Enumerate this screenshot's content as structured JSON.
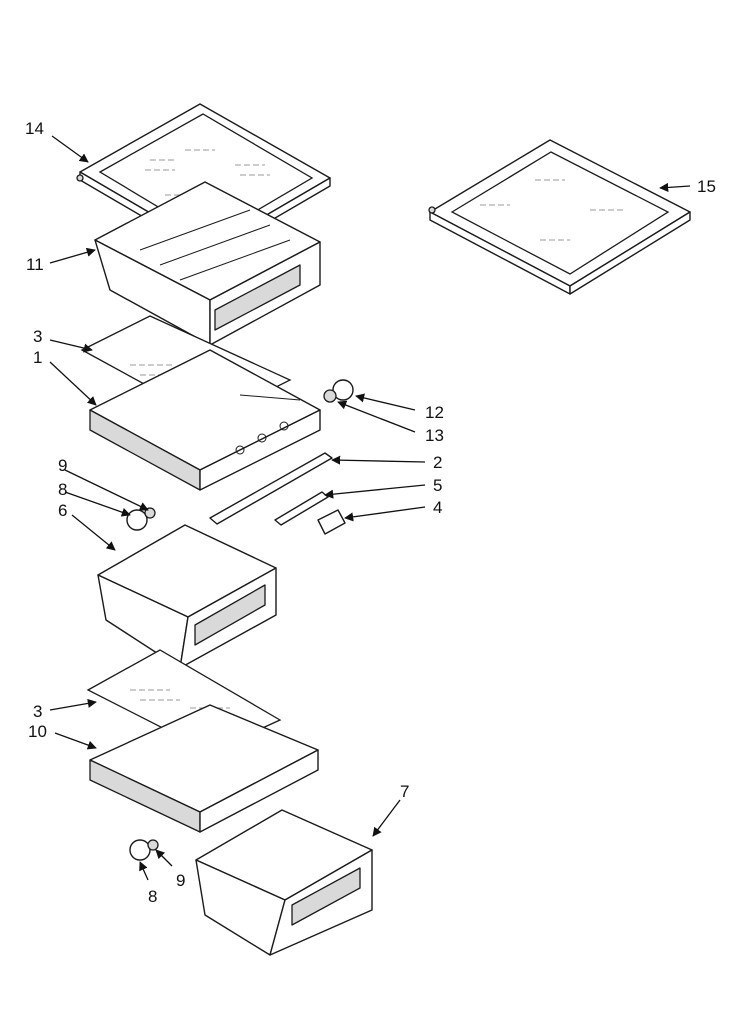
{
  "callouts": [
    {
      "id": "c14",
      "label": "14"
    },
    {
      "id": "c15",
      "label": "15"
    },
    {
      "id": "c11",
      "label": "11"
    },
    {
      "id": "c3a",
      "label": "3"
    },
    {
      "id": "c1",
      "label": "1"
    },
    {
      "id": "c12",
      "label": "12"
    },
    {
      "id": "c13",
      "label": "13"
    },
    {
      "id": "c9a",
      "label": "9"
    },
    {
      "id": "c2",
      "label": "2"
    },
    {
      "id": "c8a",
      "label": "8"
    },
    {
      "id": "c5",
      "label": "5"
    },
    {
      "id": "c6",
      "label": "6"
    },
    {
      "id": "c4",
      "label": "4"
    },
    {
      "id": "c3b",
      "label": "3"
    },
    {
      "id": "c10",
      "label": "10"
    },
    {
      "id": "c7",
      "label": "7"
    },
    {
      "id": "c9b",
      "label": "9"
    },
    {
      "id": "c8b",
      "label": "8"
    }
  ]
}
